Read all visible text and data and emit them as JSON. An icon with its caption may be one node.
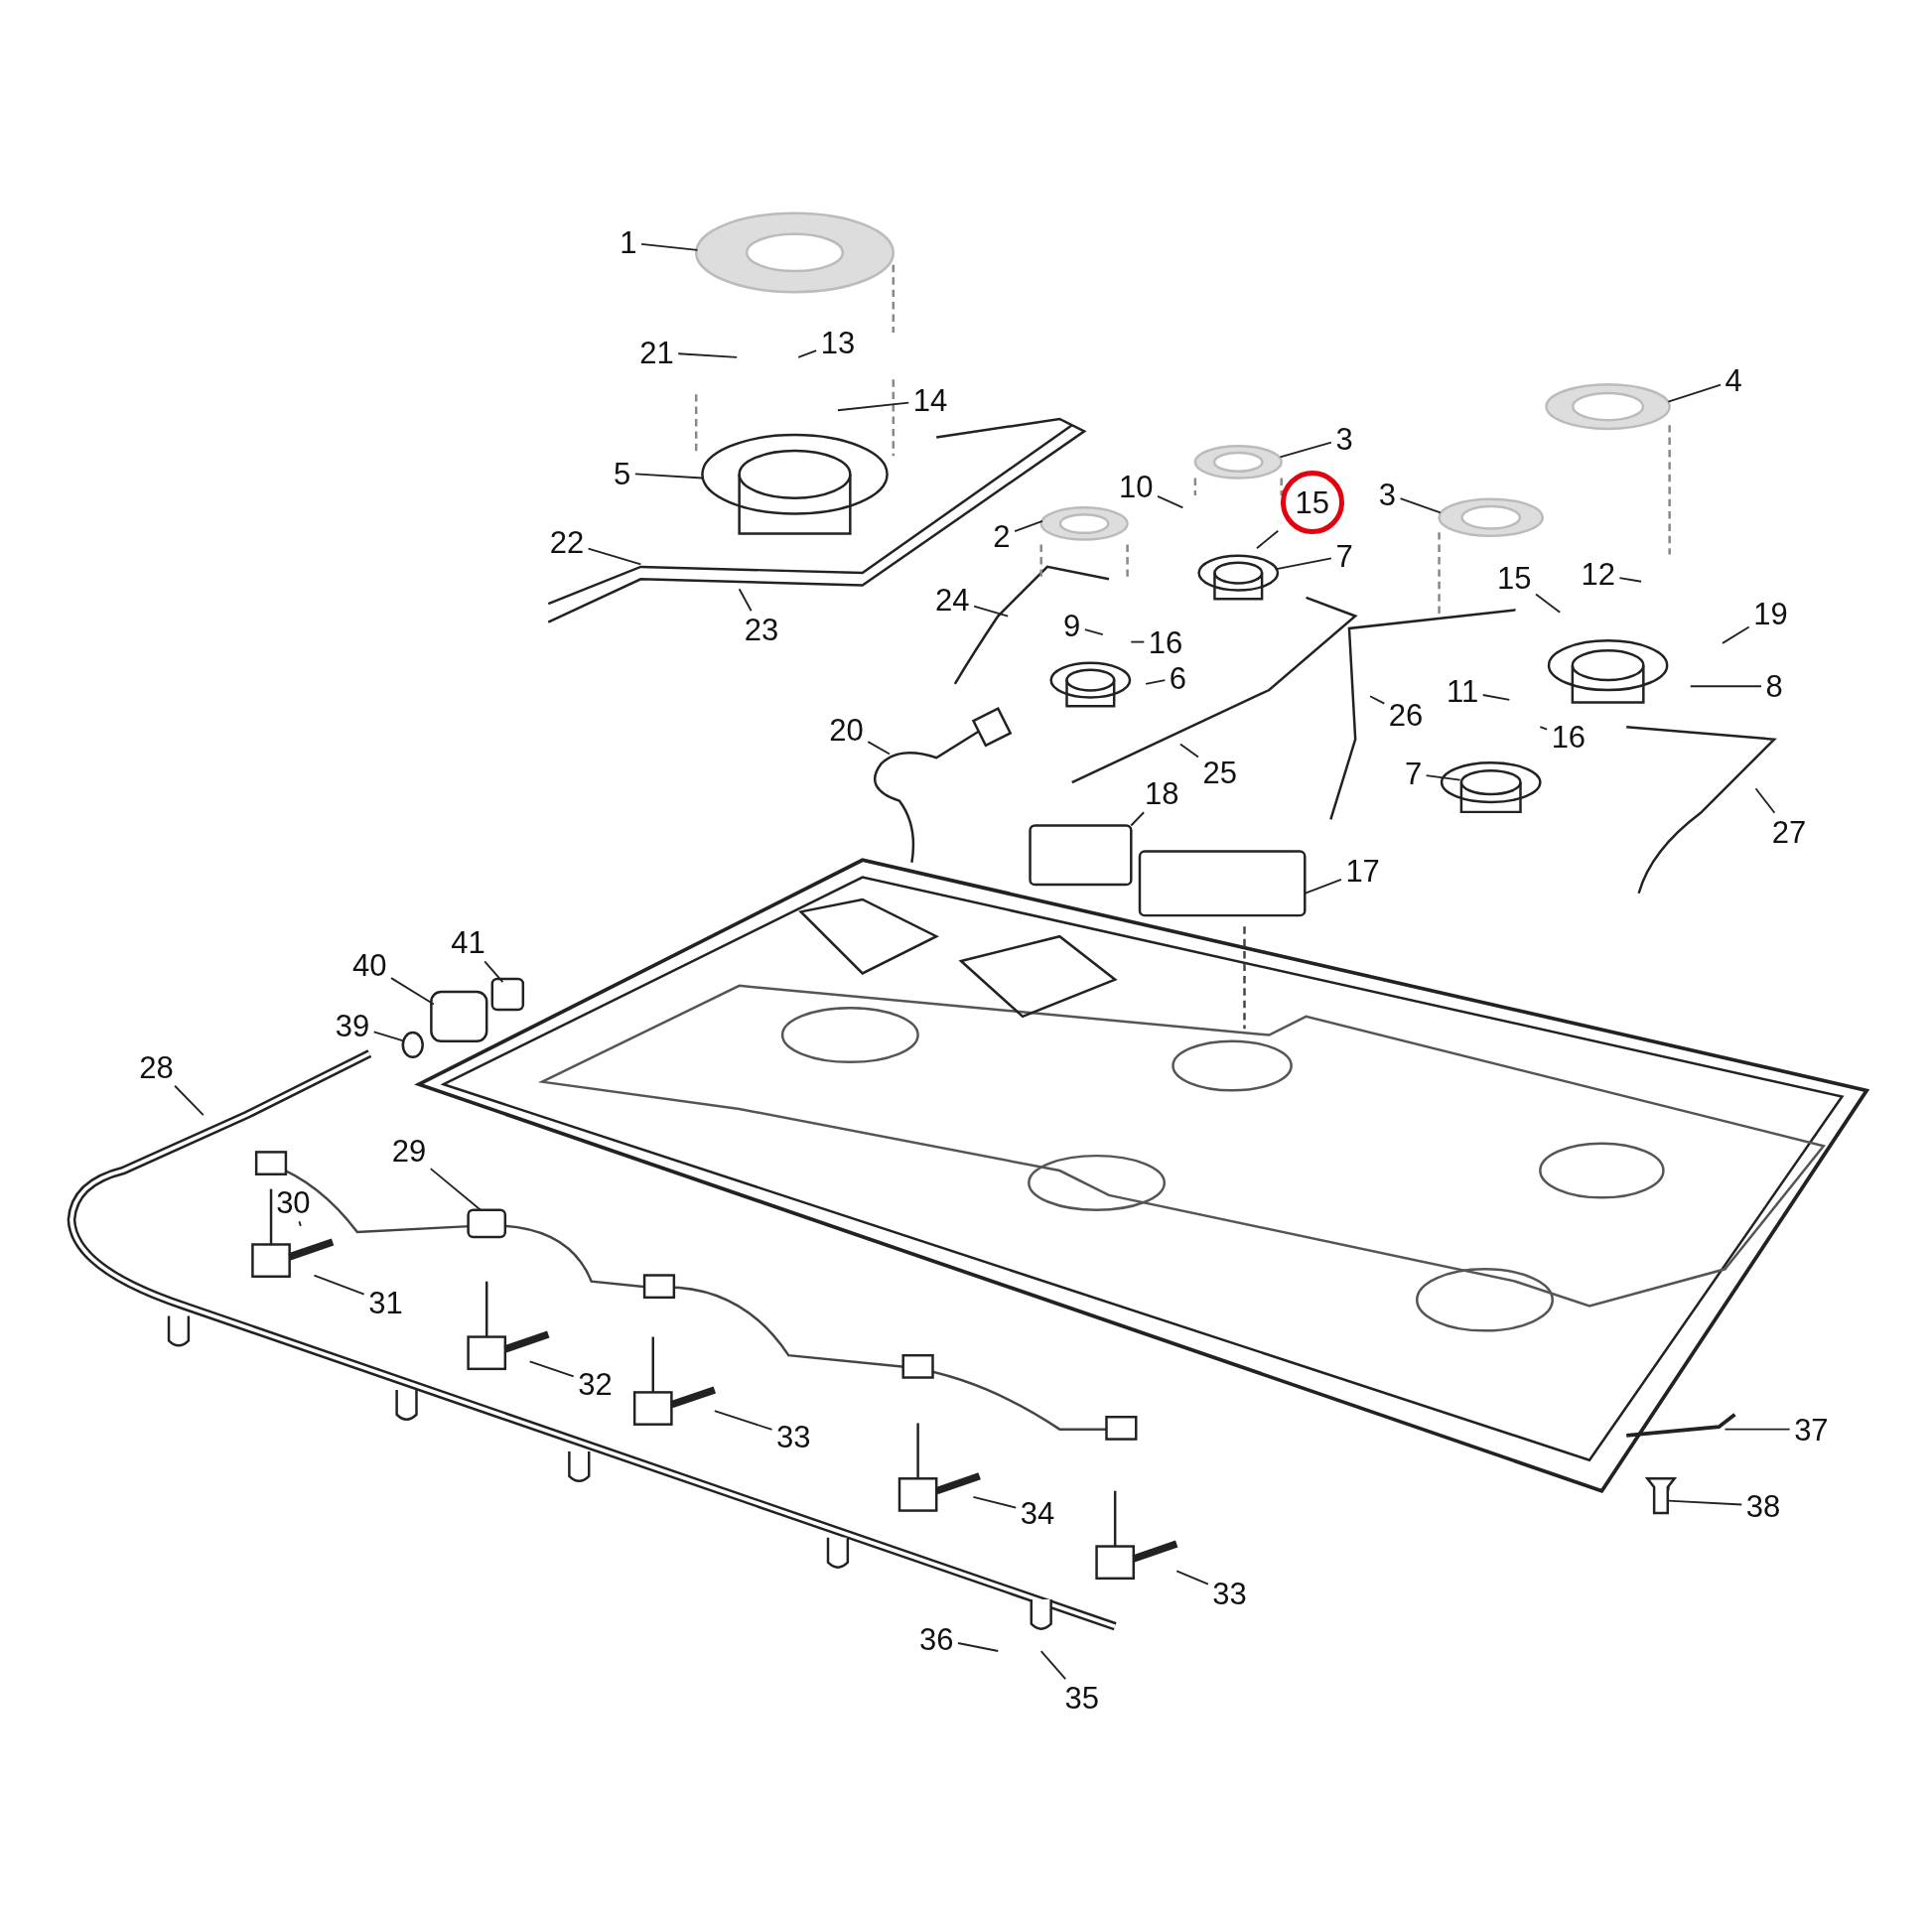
{
  "diagram": {
    "nodes": [
      {
        "text": [
          "1"
        ]
      },
      {
        "text": [
          "21"
        ]
      },
      {
        "text": [
          "13"
        ]
      },
      {
        "text": [
          "14"
        ]
      },
      {
        "text": [
          "5"
        ]
      },
      {
        "text": [
          "22"
        ]
      },
      {
        "text": [
          "23"
        ]
      },
      {
        "text": [
          "2"
        ]
      },
      {
        "text": [
          "10"
        ]
      },
      {
        "text": [
          "15"
        ]
      },
      {
        "text": [
          "3"
        ]
      },
      {
        "text": [
          "7"
        ]
      },
      {
        "text": [
          "24"
        ]
      },
      {
        "text": [
          "9"
        ]
      },
      {
        "text": [
          "16"
        ]
      },
      {
        "text": [
          "6"
        ]
      },
      {
        "text": [
          "3"
        ]
      },
      {
        "text": [
          "4"
        ]
      },
      {
        "text": [
          "15"
        ]
      },
      {
        "text": [
          "12"
        ]
      },
      {
        "text": [
          "19"
        ]
      },
      {
        "text": [
          "8"
        ]
      },
      {
        "text": [
          "26"
        ]
      },
      {
        "text": [
          "11"
        ]
      },
      {
        "text": [
          "16"
        ]
      },
      {
        "text": [
          "7"
        ]
      },
      {
        "text": [
          "27"
        ]
      },
      {
        "text": [
          "20"
        ]
      },
      {
        "text": [
          "25"
        ]
      },
      {
        "text": [
          "18"
        ]
      },
      {
        "text": [
          "17"
        ]
      },
      {
        "text": [
          "41"
        ]
      },
      {
        "text": [
          "40"
        ]
      },
      {
        "text": [
          "39"
        ]
      },
      {
        "text": [
          "28"
        ]
      },
      {
        "text": [
          "29"
        ]
      },
      {
        "text": [
          "30"
        ]
      },
      {
        "text": [
          "31"
        ]
      },
      {
        "text": [
          "32"
        ]
      },
      {
        "text": [
          "33"
        ]
      },
      {
        "text": [
          "34"
        ]
      },
      {
        "text": [
          "33"
        ]
      },
      {
        "text": [
          "36"
        ]
      },
      {
        "text": [
          "35"
        ]
      },
      {
        "text": [
          "37"
        ]
      },
      {
        "text": [
          "38"
        ]
      },
      {
        "text": [],
        "shape": "box"
      },
      {
        "text": [],
        "shape": "circle"
      },
      {
        "text": [],
        "shape": "box"
      },
      {
        "text": [],
        "shape": "picture"
      },
      {
        "text": [],
        "shape": "circle"
      },
      {
        "text": [],
        "shape": "circle"
      },
      {
        "text": [],
        "shape": "circle"
      },
      {
        "text": [],
        "shape": "circle"
      },
      {
        "text": [],
        "shape": "circle"
      },
      {
        "text": [],
        "shape": "box"
      },
      {
        "text": [],
        "shape": "box"
      }
    ],
    "edges": [
      {
        "from": 0,
        "to": 50,
        "arrow": "none"
      },
      {
        "from": 1,
        "to": null,
        "arrow": "none"
      },
      {
        "from": 2,
        "to": null,
        "arrow": "none"
      },
      {
        "from": 3,
        "to": null,
        "arrow": "none"
      },
      {
        "from": 4,
        "to": null,
        "arrow": "none"
      },
      {
        "from": 5,
        "to": null,
        "arrow": "none"
      },
      {
        "from": 6,
        "to": null,
        "arrow": "none"
      },
      {
        "from": 7,
        "to": 52,
        "arrow": "none"
      },
      {
        "from": 8,
        "to": null,
        "arrow": "none"
      },
      {
        "from": 9,
        "to": null,
        "arrow": "none"
      },
      {
        "from": 10,
        "to": 51,
        "arrow": "none"
      },
      {
        "from": 11,
        "to": null,
        "arrow": "none"
      },
      {
        "from": 12,
        "to": null,
        "arrow": "none"
      },
      {
        "from": 13,
        "to": null,
        "arrow": "none"
      },
      {
        "from": 14,
        "to": null,
        "arrow": "none"
      },
      {
        "from": 15,
        "to": null,
        "arrow": "none"
      },
      {
        "from": 16,
        "to": 53,
        "arrow": "none"
      },
      {
        "from": 17,
        "to": 54,
        "arrow": "none"
      },
      {
        "from": 18,
        "to": null,
        "arrow": "none"
      },
      {
        "from": 19,
        "to": null,
        "arrow": "none"
      },
      {
        "from": 20,
        "to": null,
        "arrow": "none"
      },
      {
        "from": 21,
        "to": null,
        "arrow": "none"
      },
      {
        "from": 22,
        "to": null,
        "arrow": "none"
      },
      {
        "from": 23,
        "to": null,
        "arrow": "none"
      },
      {
        "from": 24,
        "to": null,
        "arrow": "none"
      },
      {
        "from": 25,
        "to": null,
        "arrow": "none"
      },
      {
        "from": 26,
        "to": null,
        "arrow": "none"
      },
      {
        "from": 27,
        "to": null,
        "arrow": "none"
      },
      {
        "from": 28,
        "to": null,
        "arrow": "none"
      },
      {
        "from": 29,
        "to": 56,
        "arrow": "none"
      },
      {
        "from": 30,
        "to": 55,
        "arrow": "none"
      },
      {
        "from": 31,
        "to": 46,
        "arrow": "none"
      },
      {
        "from": 32,
        "to": null,
        "arrow": "none"
      },
      {
        "from": 33,
        "to": 47,
        "arrow": "none"
      },
      {
        "from": 34,
        "to": null,
        "arrow": "none"
      },
      {
        "from": 35,
        "to": 48,
        "arrow": "none"
      },
      {
        "from": 36,
        "to": null,
        "arrow": "none"
      },
      {
        "from": 37,
        "to": null,
        "arrow": "none"
      },
      {
        "from": 38,
        "to": null,
        "arrow": "none"
      },
      {
        "from": 39,
        "to": null,
        "arrow": "none"
      },
      {
        "from": 40,
        "to": null,
        "arrow": "none"
      },
      {
        "from": 41,
        "to": null,
        "arrow": "none"
      },
      {
        "from": 42,
        "to": null,
        "arrow": "none"
      },
      {
        "from": 43,
        "to": null,
        "arrow": "none"
      },
      {
        "from": 44,
        "to": null,
        "arrow": "none"
      },
      {
        "from": 45,
        "to": 49,
        "arrow": "none"
      }
    ]
  }
}
